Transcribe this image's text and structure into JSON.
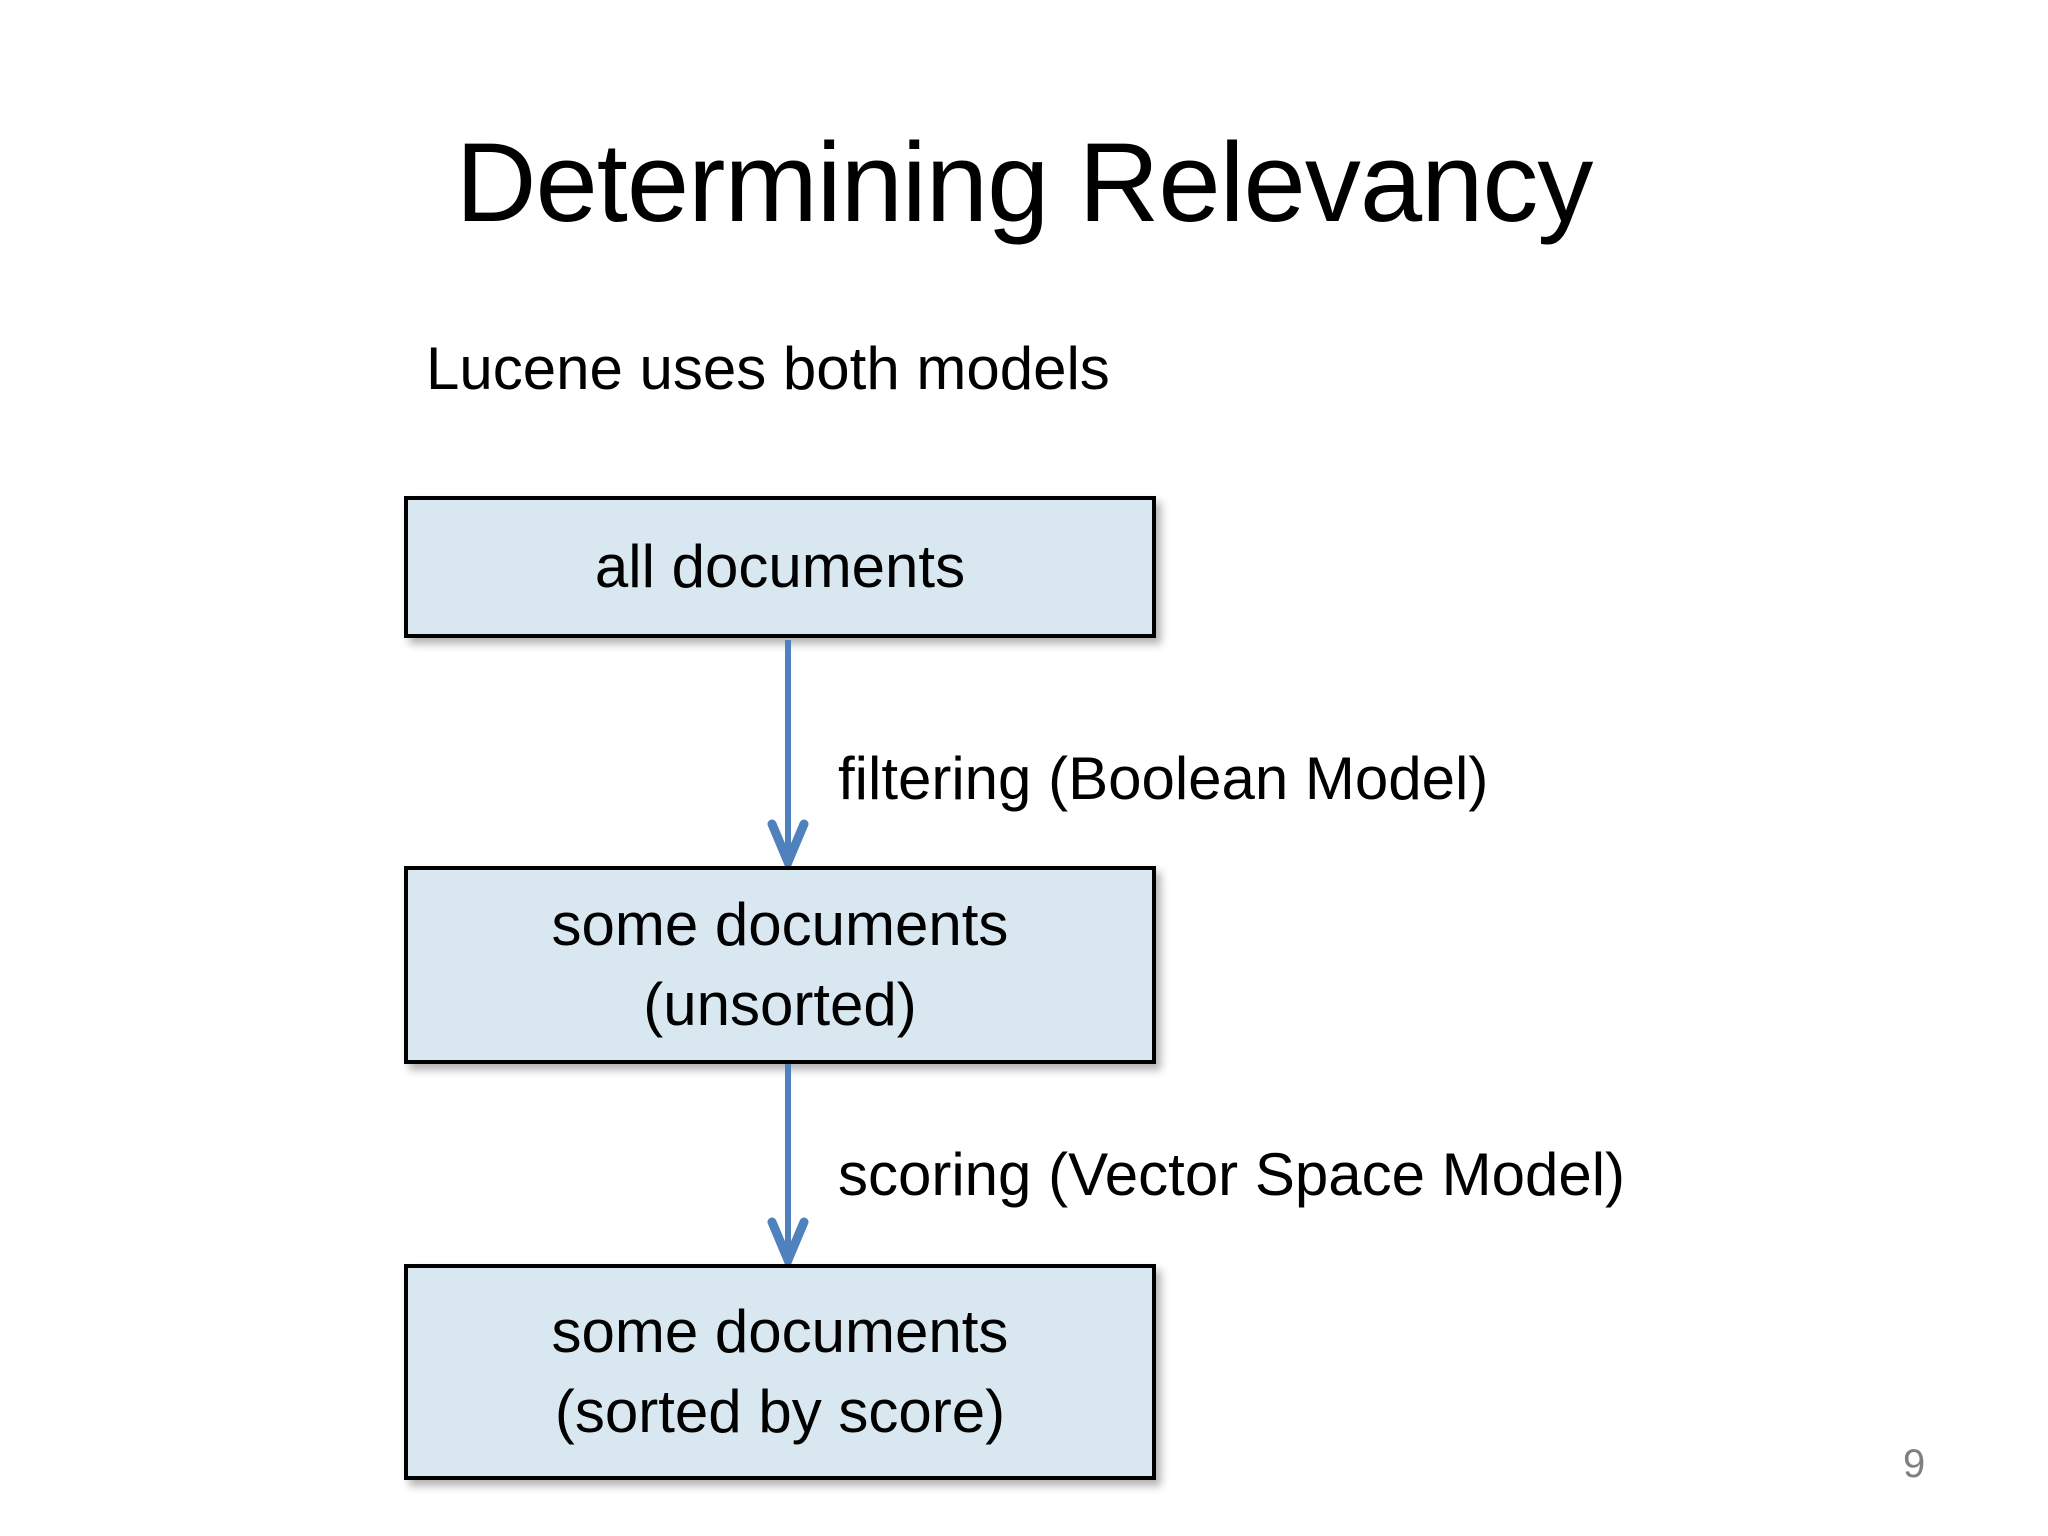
{
  "slide": {
    "title": "Determining Relevancy",
    "subtitle": "Lucene uses both models",
    "page_number": "9"
  },
  "diagram": {
    "boxes": [
      {
        "name": "all-documents",
        "lines": [
          "all documents"
        ]
      },
      {
        "name": "some-documents-unsorted",
        "lines": [
          "some documents",
          "(unsorted)"
        ]
      },
      {
        "name": "some-documents-sorted",
        "lines": [
          "some documents",
          "(sorted by score)"
        ]
      }
    ],
    "arrows": [
      {
        "name": "filtering",
        "label": "filtering (Boolean Model)"
      },
      {
        "name": "scoring",
        "label": "scoring (Vector Space Model)"
      }
    ]
  },
  "colors": {
    "background": "#ffffff",
    "box_fill": "#d9e8f0",
    "box_border": "#000000",
    "arrow": "#4f81bd",
    "text": "#000000",
    "page_number": "#808080"
  }
}
